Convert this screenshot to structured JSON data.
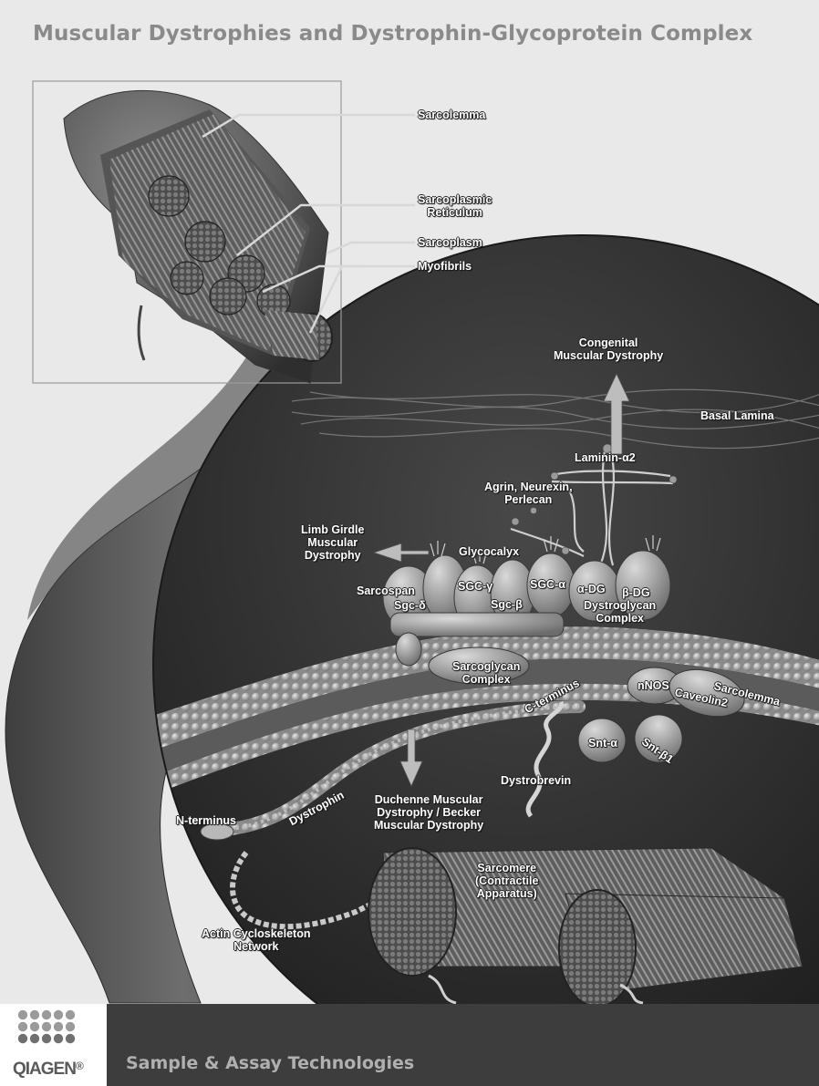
{
  "title": "Muscular Dystrophies and Dystrophin-Glycoprotein Complex",
  "inset_labels": {
    "sarcolemma": "Sarcolemma",
    "sarcoplasmic_reticulum": [
      "Sarcoplasmic",
      "Reticulum"
    ],
    "sarcoplasm": "Sarcoplasm",
    "myofibrils": "Myofibrils"
  },
  "main_labels": {
    "congenital": [
      "Congenital",
      "Muscular Dystrophy"
    ],
    "basal_lamina": "Basal Lamina",
    "laminin": "Laminin-α2",
    "agrin": [
      "Agrin, Neurexin,",
      "Perlecan"
    ],
    "limb_girdle": [
      "Limb Girdle",
      "Muscular",
      "Dystrophy"
    ],
    "glycocalyx": "Glycocalyx",
    "sarcospan": "Sarcospan",
    "sgc_delta": "Sgc-δ",
    "sgc_gamma": "SGC-γ",
    "sgc_beta": "Sgc-β",
    "sgc_alpha": "SGC-α",
    "alpha_dg": "α-DG",
    "beta_dg": "β-DG",
    "dystroglycan_complex": [
      "Dystroglycan",
      "Complex"
    ],
    "sarcolemma": "Sarcolemma",
    "caveolin": "Caveolin2",
    "nnos": "nNOS",
    "sarcoglycan_complex": [
      "Sarcoglycan",
      "Complex"
    ],
    "c_terminus": "C-terminus",
    "snt_alpha": "Snt-α",
    "snt_beta": "Snt-β1",
    "dystrobrevin": "Dystrobrevin",
    "duchenne": [
      "Duchenne Muscular",
      "Dystrophy / Becker",
      "Muscular Dystrophy"
    ],
    "dystrophin": "Dystrophin",
    "n_terminus": "N-terminus",
    "sarcomere": [
      "Sarcomere",
      "(Contractile",
      "Apparatus)"
    ],
    "actin": [
      "Actin Cycloskeleton",
      "Network"
    ]
  },
  "footer": {
    "logo": "QIAGEN",
    "logo_mark": "®",
    "tagline": "Sample & Assay Technologies"
  }
}
